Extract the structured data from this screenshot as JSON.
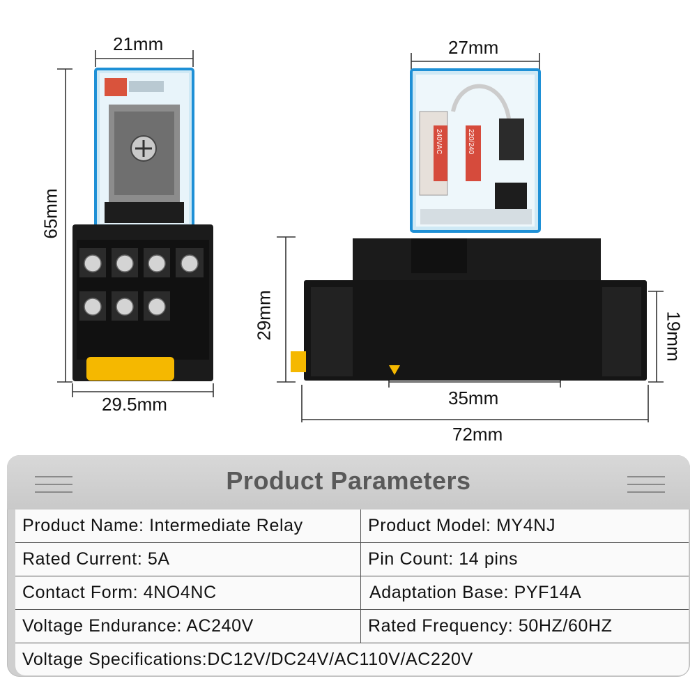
{
  "dimensions": {
    "relay_width": "21mm",
    "relay_height": "65mm",
    "base_width_front": "29.5mm",
    "relay_depth": "27mm",
    "base_height": "29mm",
    "base_side_height": "19mm",
    "rail_width": "35mm",
    "base_length": "72mm"
  },
  "panel": {
    "title": "Product Parameters",
    "rows": [
      {
        "left": "Product Name: Intermediate Relay",
        "right": "Product Model: MY4NJ"
      },
      {
        "left": "Rated Current: 5A",
        "right": "Pin Count: 14 pins"
      },
      {
        "left": "Contact Form: 4NO4NC",
        "right": "Adaptation Base: PYF14A"
      },
      {
        "left": "Voltage Endurance: AC240V",
        "right": "Rated Frequency: 50HZ/60HZ"
      }
    ],
    "full_row": "Voltage Specifications:DC12V/DC24V/AC110V/AC220V"
  },
  "relay_label": [
    "240VAC",
    "220/240"
  ],
  "colors": {
    "relay_case": "#bfe3f2",
    "relay_edge": "#1e90d6",
    "base": "#1a1a1a",
    "clip": "#f5b800",
    "panel_bg": "#cfcfcf",
    "title": "#595959"
  }
}
